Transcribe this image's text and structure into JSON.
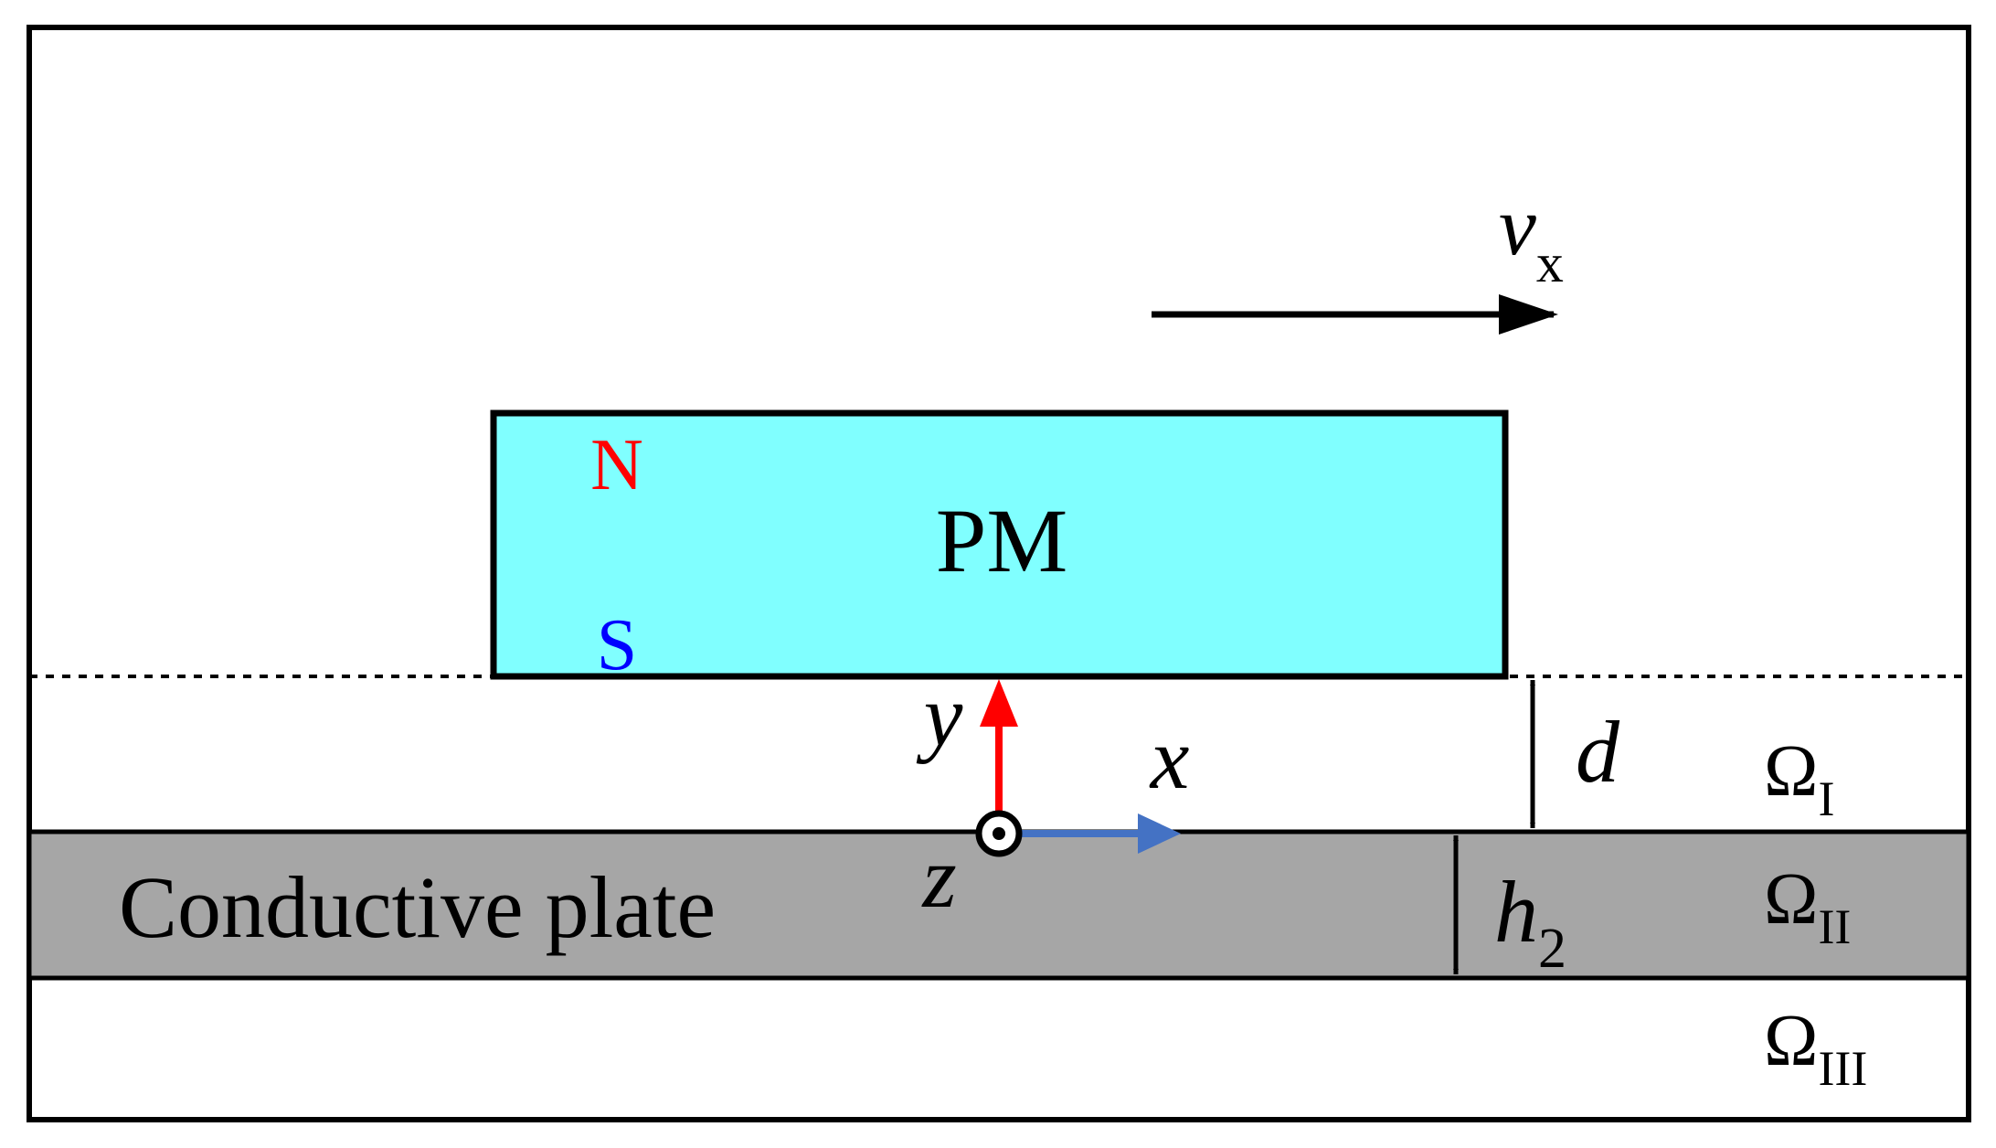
{
  "labels": {
    "magnet": "PM",
    "north": "N",
    "south": "S",
    "velocity_symbol": "v",
    "velocity_subscript": "x",
    "axis_y": "y",
    "axis_x": "x",
    "axis_z": "z",
    "gap": "d",
    "thickness_symbol": "h",
    "thickness_subscript": "2",
    "plate": "Conductive plate",
    "omega": "Ω",
    "region1_subscript": "I",
    "region2_subscript": "II",
    "region3_subscript": "III"
  },
  "colors": {
    "magnet_fill": "#80ffff",
    "plate_fill": "#a6a6a6",
    "north": "#ff0000",
    "south": "#0000ff",
    "y_axis": "#ff0000",
    "x_axis": "#4472c4",
    "outline": "#000000"
  }
}
